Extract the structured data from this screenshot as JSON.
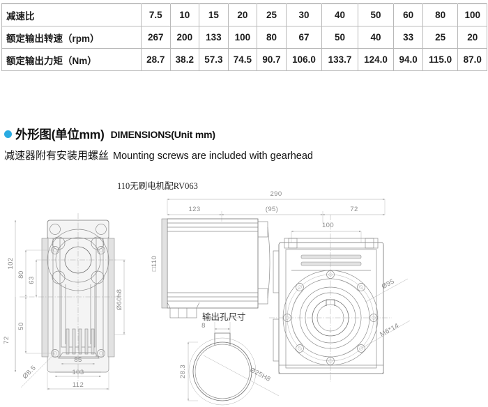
{
  "spec_table": {
    "rows": [
      {
        "label": "减速比",
        "values": [
          "7.5",
          "10",
          "15",
          "20",
          "25",
          "30",
          "40",
          "50",
          "60",
          "80",
          "100"
        ]
      },
      {
        "label": "额定输出转速（rpm）",
        "values": [
          "267",
          "200",
          "133",
          "100",
          "80",
          "67",
          "50",
          "40",
          "33",
          "25",
          "20"
        ]
      },
      {
        "label": "额定输出力矩（Nm）",
        "values": [
          "28.7",
          "38.2",
          "57.3",
          "74.5",
          "90.7",
          "106.0",
          "133.7",
          "124.0",
          "94.0",
          "115.0",
          "87.0"
        ]
      }
    ]
  },
  "section": {
    "bullet_color": "#29abe2",
    "title_cn": "外形图(单位mm)",
    "title_en": "DIMENSIONS(Unit mm)",
    "note_cn": "减速器附有安装用螺丝",
    "note_en": "Mounting screws are included with gearhead"
  },
  "drawing": {
    "title": "110无刷电机配RV063",
    "output_hole_label": "输出孔尺寸",
    "dimensions": {
      "overall_length": "290",
      "motor_length": "123",
      "mid_length": "(95)",
      "gearbox_length": "72",
      "flange_width": "100",
      "left_h_102": "102",
      "left_h_80": "80",
      "left_h_63": "63",
      "left_h_50": "50",
      "left_h_72": "72",
      "bottom_85": "85",
      "bottom_103": "103",
      "bottom_112": "112",
      "mounting_hole": "Ø8.5",
      "pilot_boss": "Ø60h8",
      "motor_square": "□110",
      "flange_circle": "Ø95",
      "bolt_thread": "M6*14",
      "key_width": "8",
      "bore_height": "28.3",
      "bore_dia": "Ø25H8"
    }
  }
}
